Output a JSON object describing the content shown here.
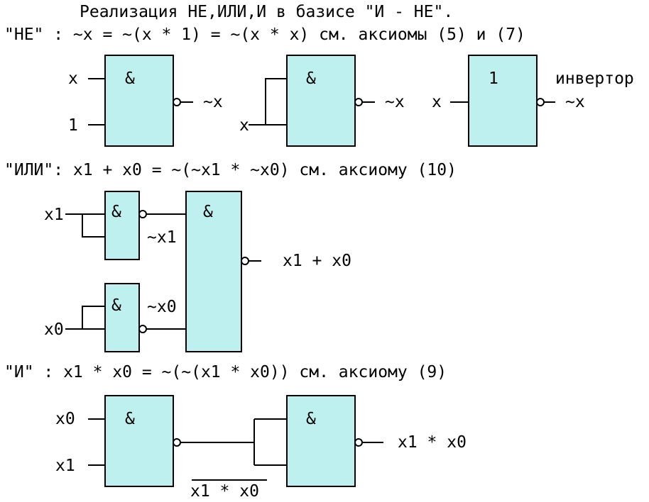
{
  "title": "Реализация НЕ,ИЛИ,И в базисе \"И - НЕ\".",
  "not_section": {
    "formula": "\"НЕ\" : ~x = ~(x * 1) = ~(x * x) см. аксиомы (5) и (7)",
    "gate1": {
      "symbol": "&",
      "in_a": "x",
      "in_b": "1",
      "out": "~x"
    },
    "gate2": {
      "symbol": "&",
      "in": "x",
      "out": "~x"
    },
    "gate3": {
      "symbol": "1",
      "in": "x",
      "out": "~x",
      "label": "инвертор"
    }
  },
  "or_section": {
    "formula": "\"ИЛИ\": x1 + x0 = ~(~x1 * ~x0) см. аксиому (10)",
    "gate_a": {
      "symbol": "&",
      "in": "x1",
      "out": "~x1"
    },
    "gate_b": {
      "symbol": "&",
      "in": "x0",
      "out": "~x0"
    },
    "gate_c": {
      "symbol": "&",
      "out": "x1 + x0"
    }
  },
  "and_section": {
    "formula": "\"И\"  : x1 * x0 = ~(~(x1 * x0)) см. аксиому (9)",
    "gate_a": {
      "symbol": "&",
      "in_a": "x0",
      "in_b": "x1"
    },
    "gate_b": {
      "symbol": "&",
      "out": "x1 * x0"
    },
    "wire_label": "x1 * x0"
  },
  "colors": {
    "gate_fill": "#bff0f0",
    "line": "#000000"
  }
}
